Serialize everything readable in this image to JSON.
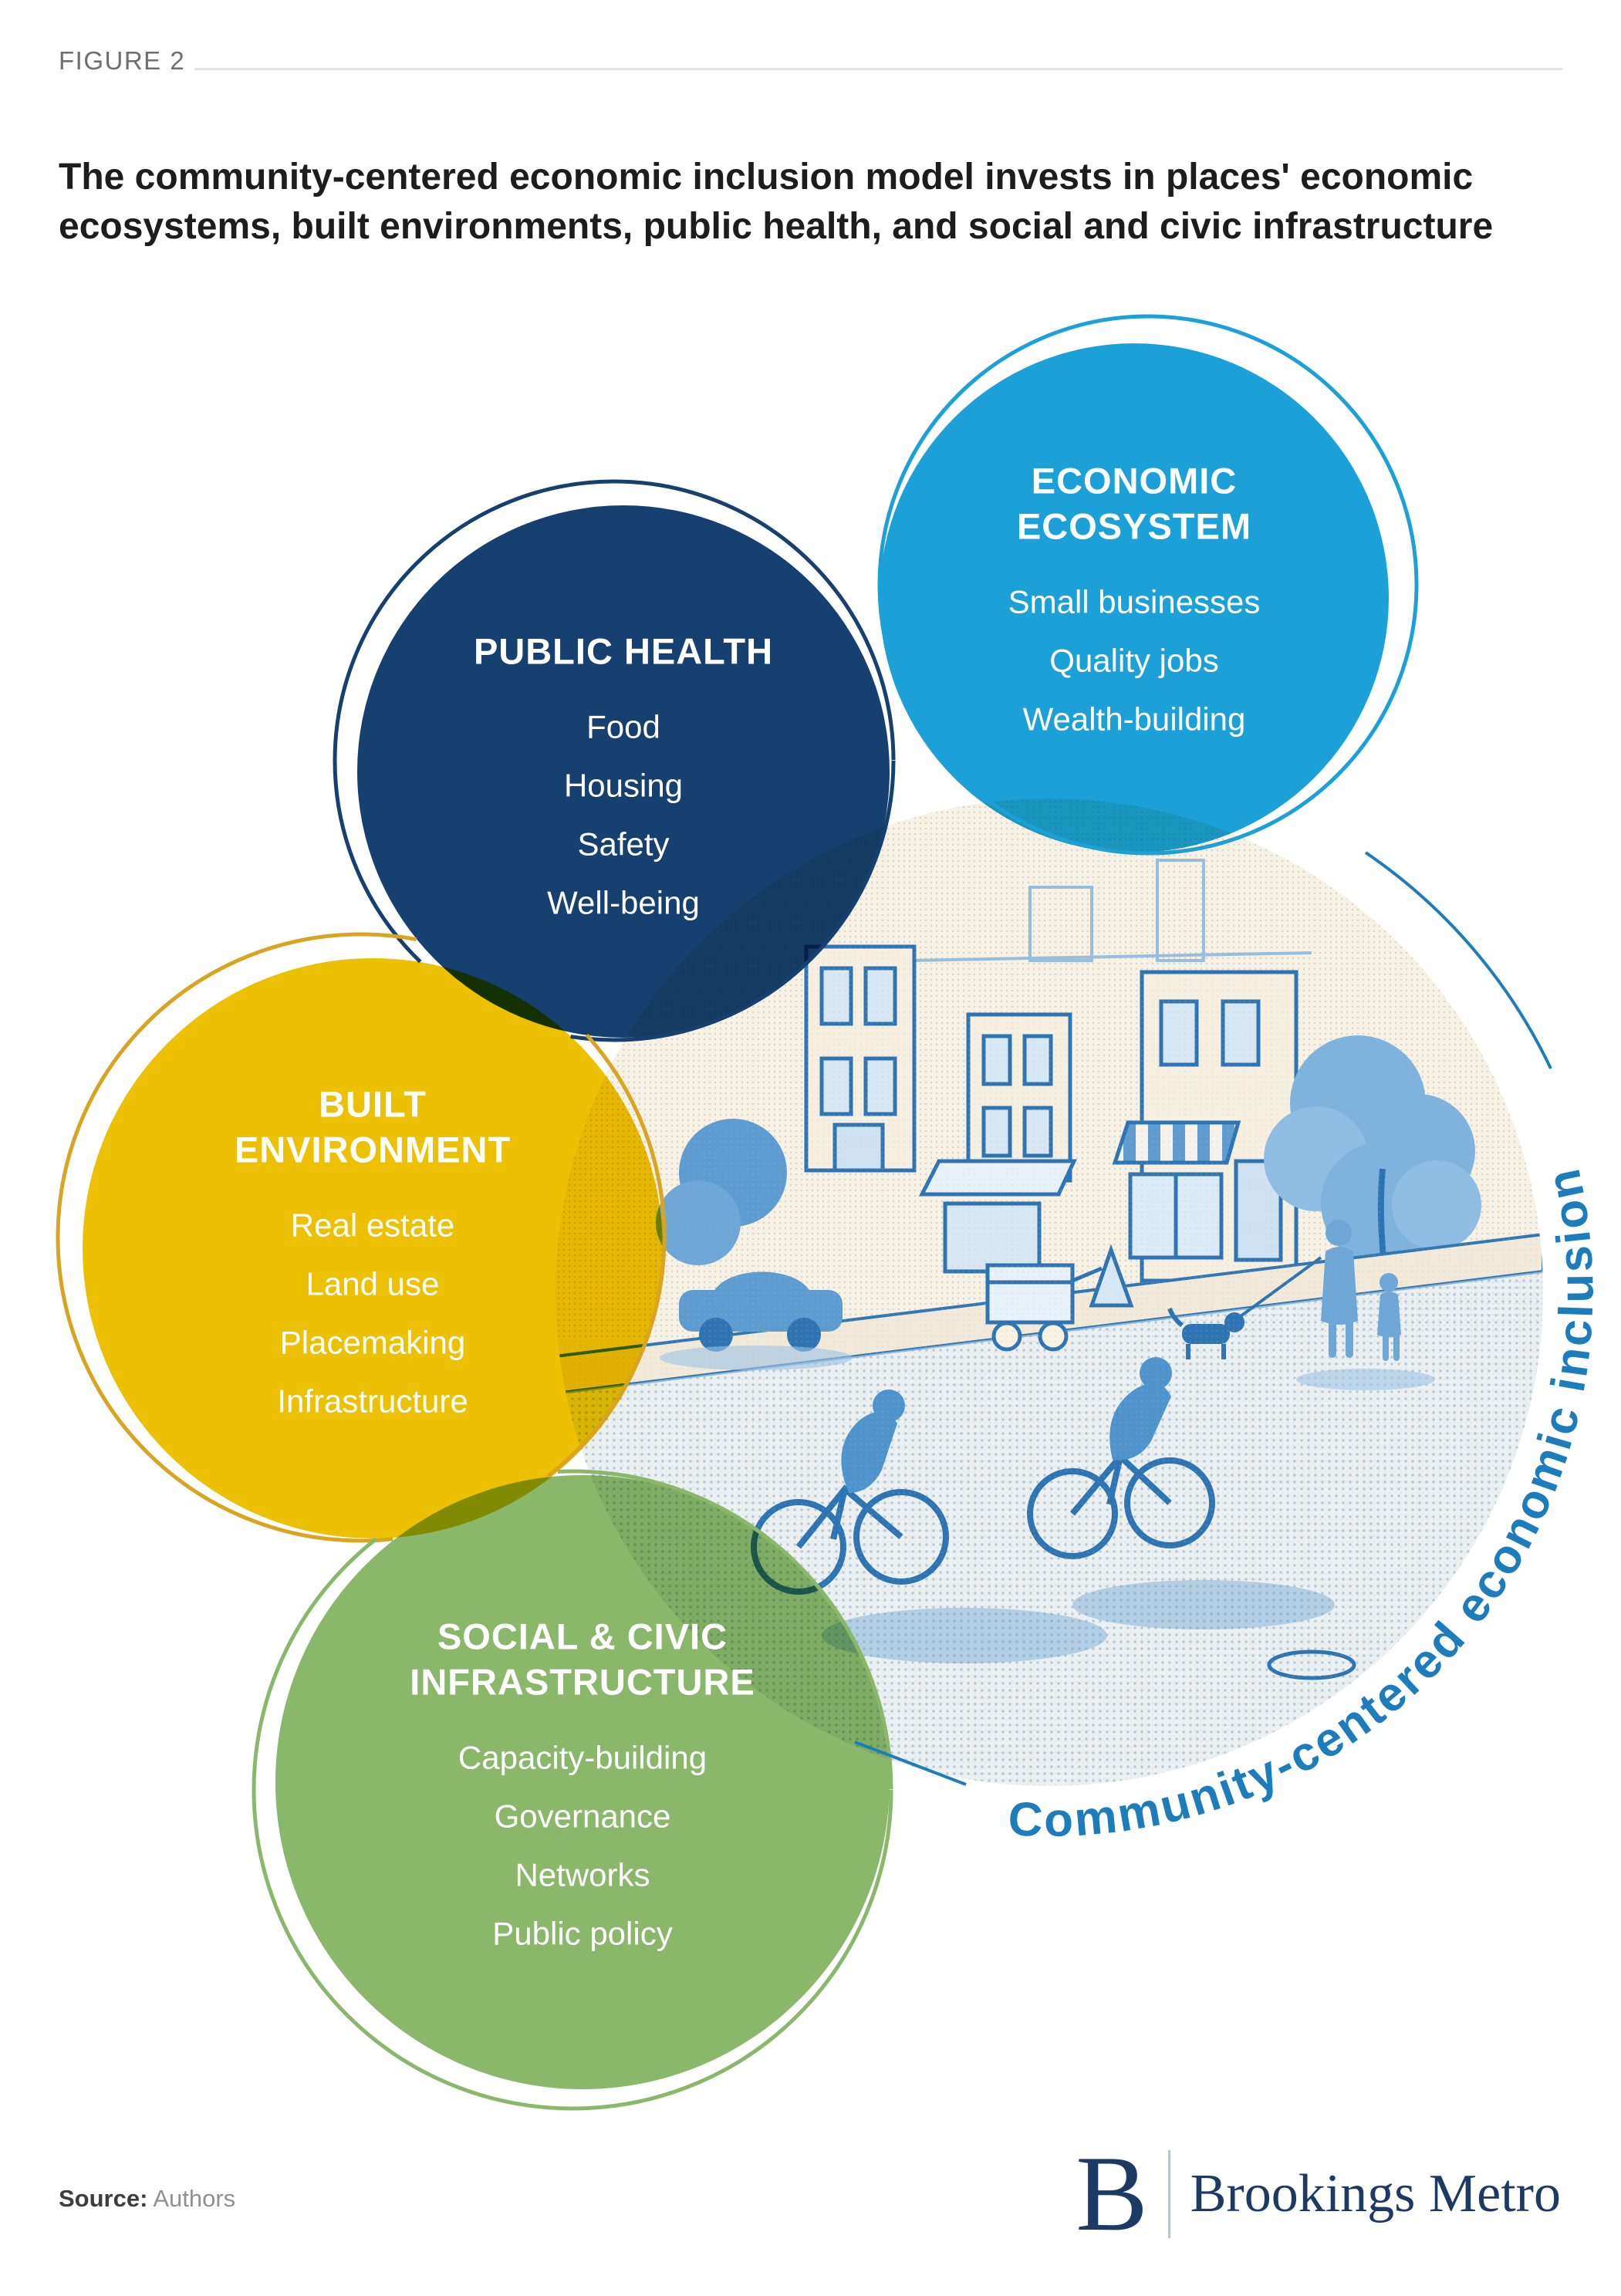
{
  "figure_label": "FIGURE 2",
  "title": "The community-centered economic inclusion model invests in places' economic ecosystems, built environments, public health, and social and civic infrastructure",
  "circles": {
    "public_health": {
      "heading": "PUBLIC HEALTH",
      "items": [
        "Food",
        "Housing",
        "Safety",
        "Well-being"
      ],
      "color": "#15406f"
    },
    "economic_ecosystem": {
      "heading": "ECONOMIC ECOSYSTEM",
      "items": [
        "Small businesses",
        "Quality jobs",
        "Wealth-building"
      ],
      "color": "#1ba0d8"
    },
    "built_environment": {
      "heading": "BUILT ENVIRONMENT",
      "items": [
        "Real estate",
        "Land use",
        "Placemaking",
        "Infrastructure"
      ],
      "color": "#ecc103",
      "ring_color": "#d9a41f"
    },
    "social_civic_infrastructure": {
      "heading": "SOCIAL & CIVIC INFRASTRUCTURE",
      "items": [
        "Capacity-building",
        "Governance",
        "Networks",
        "Public policy"
      ],
      "color": "#8ab86b"
    }
  },
  "center_label": "Community-centered economic inclusion",
  "center_label_color": "#1d7dbc",
  "illustration": "street-scene-halftone",
  "source": {
    "label": "Source:",
    "value": "Authors"
  },
  "logo": {
    "initial": "B",
    "name": "Brookings Metro",
    "color": "#1d3a64"
  }
}
